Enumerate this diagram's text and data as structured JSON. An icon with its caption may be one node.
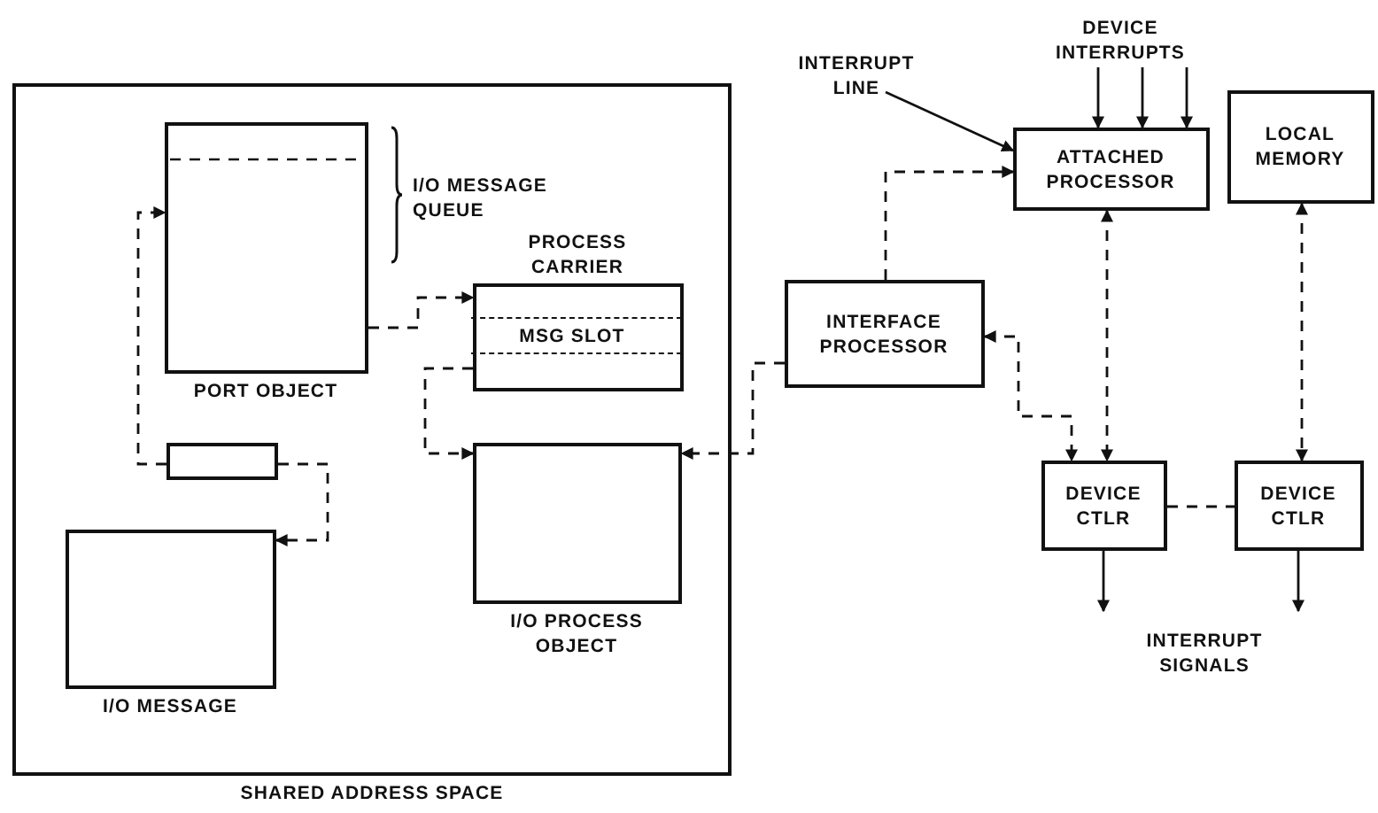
{
  "diagram": {
    "nodes": [
      {
        "text": [
          "SHARED ADDRESS SPACE"
        ]
      },
      {
        "text": [
          "PORT OBJECT"
        ],
        "in": 0
      },
      {
        "text": [],
        "shape": "box",
        "in": 0
      },
      {
        "text": [
          "I/O MESSAGE"
        ],
        "in": 0
      },
      {
        "text": [
          "PROCESS CARRIER"
        ],
        "in": 0
      },
      {
        "text": [
          "MSG SLOT"
        ],
        "in": 4
      },
      {
        "text": [
          "I/O PROCESS OBJECT"
        ],
        "in": 0
      },
      {
        "text": [
          "INTERFACE PROCESSOR"
        ]
      },
      {
        "text": [
          "INTERRUPT LINE"
        ]
      },
      {
        "text": [
          "DEVICE INTERRUPTS"
        ]
      },
      {
        "text": [
          "ATTACHED PROCESSOR"
        ]
      },
      {
        "text": [
          "LOCAL MEMORY"
        ]
      },
      {
        "text": [
          "DEVICE CTLR"
        ]
      },
      {
        "text": [
          "DEVICE CTLR"
        ]
      }
    ],
    "edges": [
      {
        "from": 2,
        "to": 1,
        "arrow": "to",
        "style": "dashed"
      },
      {
        "from": 2,
        "to": 3,
        "arrow": "to",
        "style": "dashed"
      },
      {
        "from": 1,
        "to": 4,
        "arrow": "to",
        "style": "dashed"
      },
      {
        "from": 4,
        "to": 6,
        "arrow": "to",
        "style": "dashed"
      },
      {
        "from": 7,
        "to": 6,
        "arrow": "to",
        "style": "dashed"
      },
      {
        "from": 7,
        "to": 10,
        "arrow": "to",
        "style": "dashed"
      },
      {
        "from": 8,
        "to": 10,
        "arrow": "to"
      },
      {
        "from": 9,
        "to": 10,
        "arrow": "to"
      },
      {
        "from": 9,
        "to": 10,
        "arrow": "to"
      },
      {
        "from": 9,
        "to": 10,
        "arrow": "to"
      },
      {
        "from": 10,
        "to": 12,
        "arrow": "both",
        "style": "dashed"
      },
      {
        "from": 11,
        "to": 13,
        "arrow": "both",
        "style": "dashed"
      },
      {
        "from": 7,
        "to": 12,
        "arrow": "both",
        "style": "dashed"
      },
      {
        "from": 12,
        "to": 13,
        "arrow": "none",
        "style": "dashed"
      },
      {
        "from": 12,
        "to": null,
        "arrow": "to"
      },
      {
        "from": 13,
        "to": null,
        "arrow": "to"
      }
    ],
    "labels": [
      "I/O MESSAGE QUEUE",
      "INTERRUPT SIGNALS"
    ]
  }
}
